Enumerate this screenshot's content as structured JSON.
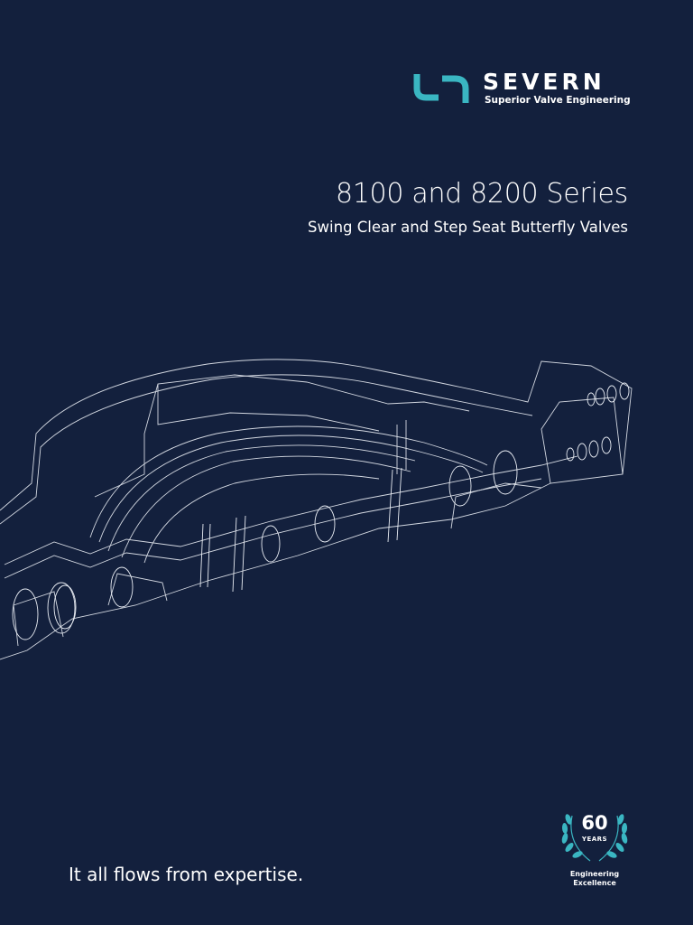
{
  "brand": {
    "name": "SEVERN",
    "tagline": "Superior Valve Engineering",
    "accent_color": "#3ab6c2",
    "logo_icon": "severn-logo-mark"
  },
  "cover": {
    "title": "8100 and 8200 Series",
    "subtitle": "Swing Clear and Step Seat Butterfly Valves",
    "illustration": "wireframe-valve-body-icon",
    "slogan": "It all flows from expertise.",
    "background_color": "#13203d"
  },
  "badge": {
    "number": "60",
    "unit": "YEARS",
    "caption_line1": "Engineering",
    "caption_line2": "Excellence",
    "icon": "laurel-wreath-icon"
  }
}
